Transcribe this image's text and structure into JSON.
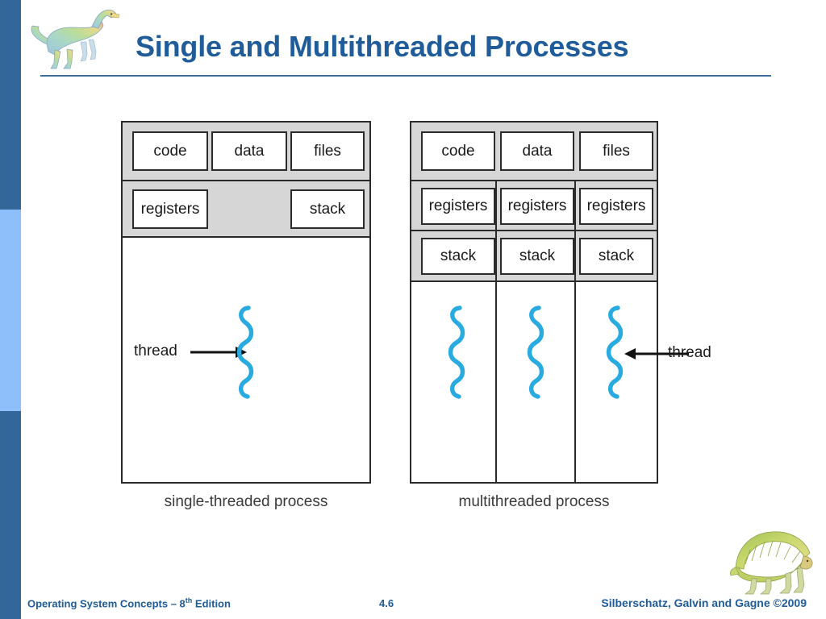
{
  "slide": {
    "title": "Single and Multithreaded Processes",
    "accent_color": "#1F5C99",
    "rail_dark_color": "#336699",
    "rail_light_color": "#8FBFFA",
    "thread_color": "#29ABE2",
    "band_gray": "#d6d6d6"
  },
  "logos": {
    "header_logo_name": "dinosaur-logo",
    "footer_logo_name": "dimetrodon-logo"
  },
  "diagrams": [
    {
      "id": "single-threaded",
      "caption": "single-threaded process",
      "rows": [
        {
          "name": "resources",
          "cells": [
            "code",
            "data",
            "files"
          ]
        },
        {
          "name": "thread-state",
          "cells": [
            "registers",
            "stack"
          ]
        }
      ],
      "thread_label": "thread",
      "thread_count": 1,
      "arrow_direction": "right"
    },
    {
      "id": "multithreaded",
      "caption": "multithreaded process",
      "rows": [
        {
          "name": "resources",
          "cells": [
            "code",
            "data",
            "files"
          ]
        },
        {
          "name": "registers",
          "cells": [
            "registers",
            "registers",
            "registers"
          ]
        },
        {
          "name": "stacks",
          "cells": [
            "stack",
            "stack",
            "stack"
          ]
        }
      ],
      "thread_label": "thread",
      "thread_count": 3,
      "arrow_direction": "left"
    }
  ],
  "footer": {
    "book_title_prefix": "Operating System Concepts – 8",
    "book_title_sup": "th",
    "book_title_suffix": " Edition",
    "slide_number": "4.6",
    "copyright": "Silberschatz, Galvin and Gagne ©2009"
  }
}
